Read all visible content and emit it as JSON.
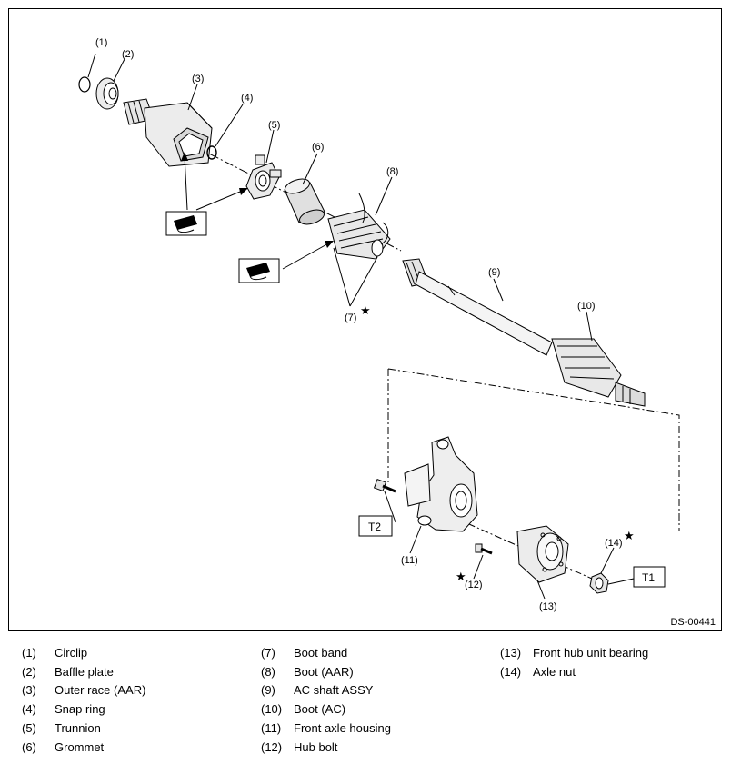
{
  "diagram": {
    "doc_code": "DS-00441",
    "callouts": [
      "(1)",
      "(2)",
      "(3)",
      "(4)",
      "(5)",
      "(6)",
      "(7)",
      "(8)",
      "(9)",
      "(10)",
      "(11)",
      "(12)",
      "(13)",
      "(14)"
    ],
    "torque_labels": {
      "t1": "T1",
      "t2": "T2"
    },
    "star_symbol": "★",
    "grease_icon": "grease-icon"
  },
  "legend": {
    "columns": [
      [
        {
          "num": "(1)",
          "name": "Circlip"
        },
        {
          "num": "(2)",
          "name": "Baffle plate"
        },
        {
          "num": "(3)",
          "name": "Outer race (AAR)"
        },
        {
          "num": "(4)",
          "name": "Snap ring"
        },
        {
          "num": "(5)",
          "name": "Trunnion"
        },
        {
          "num": "(6)",
          "name": "Grommet"
        }
      ],
      [
        {
          "num": "(7)",
          "name": "Boot band"
        },
        {
          "num": "(8)",
          "name": "Boot (AAR)"
        },
        {
          "num": "(9)",
          "name": "AC shaft ASSY"
        },
        {
          "num": "(10)",
          "name": "Boot (AC)"
        },
        {
          "num": "(11)",
          "name": "Front axle housing"
        },
        {
          "num": "(12)",
          "name": "Hub bolt"
        }
      ],
      [
        {
          "num": "(13)",
          "name": "Front hub unit bearing"
        },
        {
          "num": "(14)",
          "name": "Axle nut"
        }
      ]
    ]
  }
}
